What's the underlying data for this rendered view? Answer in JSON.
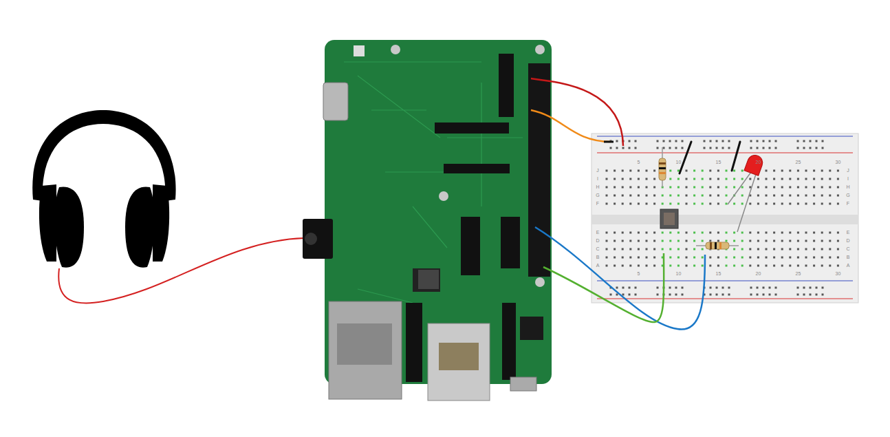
{
  "diagram": {
    "labels": [
      "5",
      "10",
      "15",
      "20",
      "25",
      "30",
      "5",
      "10",
      "15",
      "20",
      "25",
      "30",
      "J",
      "I",
      "H",
      "G",
      "F",
      "E",
      "D",
      "C",
      "B",
      "A",
      "J",
      "I",
      "H",
      "G",
      "F",
      "E",
      "D",
      "C",
      "B",
      "A"
    ]
  }
}
